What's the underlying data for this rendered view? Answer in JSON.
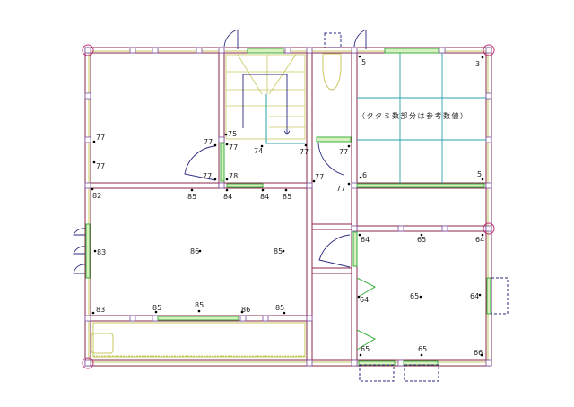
{
  "title": "1F floor plan",
  "note": "（タタミ数部分は参考数値）",
  "labels": [
    "77",
    "77",
    "75",
    "77",
    "77",
    "74",
    "77",
    "77",
    "78",
    "77",
    "82",
    "85",
    "84",
    "84",
    "85",
    "5",
    "3",
    "77",
    "6",
    "77",
    "5",
    "83",
    "86",
    "85",
    "83",
    "85",
    "85",
    "86",
    "85",
    "64",
    "65",
    "64",
    "64",
    "65",
    "64",
    "65",
    "65",
    "66"
  ],
  "colors": {
    "wall": "#8b2a4a",
    "wall_inner": "#c8c860",
    "tatami": "#2aa0a8",
    "window": "#3ab040",
    "door": "#2a2a80"
  }
}
